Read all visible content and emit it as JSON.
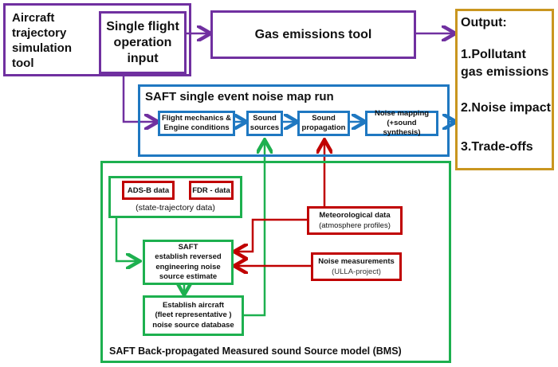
{
  "trajectory_tool": {
    "title": "Aircraft trajectory simulation tool",
    "input_box": "Single flight operation input"
  },
  "gas_tool": {
    "label": "Gas emissions tool"
  },
  "output": {
    "title": "Output:",
    "items": [
      "1.Pollutant gas emissions",
      "2.Noise impact",
      "3.Trade-offs"
    ]
  },
  "saft_run": {
    "title": "SAFT single event noise map run",
    "steps": [
      {
        "line1": "Flight mechanics &",
        "line2": "Engine conditions"
      },
      {
        "line1": "Sound",
        "line2": "sources"
      },
      {
        "line1": "Sound",
        "line2": "propagation"
      },
      {
        "line1": "Noise mapping",
        "line2": "(+sound synthesis)"
      }
    ]
  },
  "bms": {
    "title": "SAFT Back-propagated Measured sound Source model (BMS)",
    "ads_b": "ADS-B data",
    "fdr": "FDR - data",
    "state_traj": "(state-trajectory data)",
    "saft_estimate": {
      "line1": "SAFT",
      "line2": "establish reversed",
      "line3": "engineering noise",
      "line4": "source estimate"
    },
    "database": {
      "line1": "Establish aircraft",
      "line2": "(fleet representative )",
      "line3": "noise source database"
    },
    "meteo": {
      "line1": "Meteorological data",
      "line2": "(atmosphere profiles)"
    },
    "noise_meas": {
      "line1": "Noise measurements",
      "line2": "(ULLA-project)"
    }
  },
  "colors": {
    "purple": "#7030a0",
    "gold": "#c9961f",
    "blue": "#1f78c1",
    "green": "#1db04f",
    "red": "#c00000"
  }
}
